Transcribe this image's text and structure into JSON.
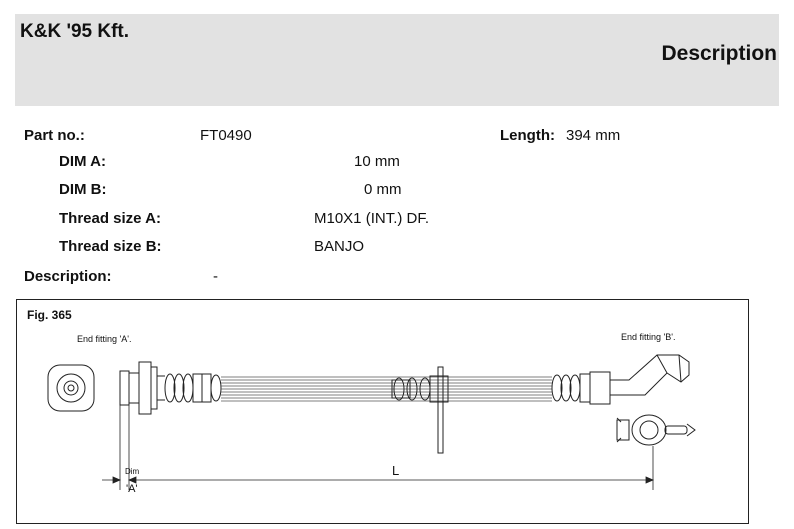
{
  "header": {
    "brand": "K&K '95 Kft.",
    "title": "Description"
  },
  "part": {
    "label": "Part no.:",
    "value": "FT0490"
  },
  "length": {
    "label": "Length:",
    "value": "394 mm"
  },
  "specs": [
    {
      "label": "DIM A:",
      "value": "10 mm"
    },
    {
      "label": "DIM B:",
      "value": "0 mm"
    },
    {
      "label": "Thread size A:",
      "value": "M10X1 (INT.) DF."
    },
    {
      "label": "Thread size B:",
      "value": "BANJO"
    }
  ],
  "description": {
    "label": "Description:",
    "value": "-"
  },
  "figure": {
    "label": "Fig. 365",
    "fitting_a": "End fitting 'A'.",
    "fitting_b": "End fitting 'B'.",
    "dim_label": "Dim",
    "dim_a": "'A'",
    "length_symbol": "L"
  }
}
